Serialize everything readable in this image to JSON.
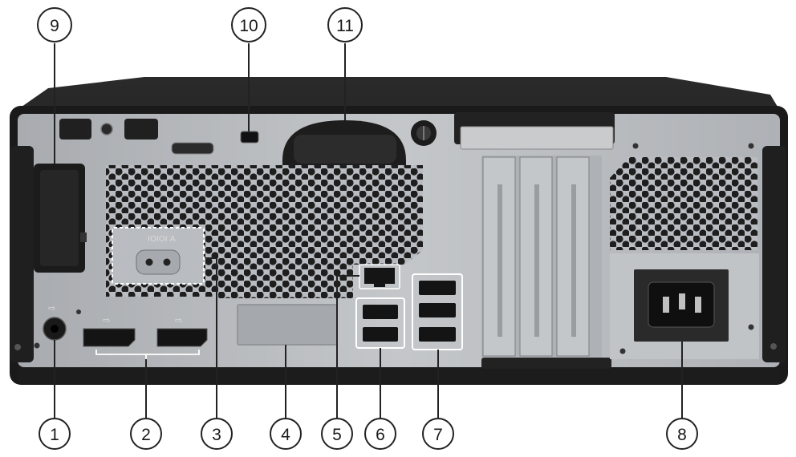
{
  "callouts": {
    "c1": "1",
    "c2": "2",
    "c3": "3",
    "c4": "4",
    "c5": "5",
    "c6": "6",
    "c7": "7",
    "c8": "8",
    "c9": "9",
    "c10": "10",
    "c11": "11"
  },
  "port_labels": {
    "serial": "IOIOI A"
  },
  "icons": {
    "audio": "audio-jack-icon",
    "displayport": "displayport-icon",
    "ethernet": "ethernet-icon",
    "usb": "usb-port-icon",
    "power": "power-inlet-icon",
    "lock": "security-lock-slot-icon",
    "padlock": "padlock-loop-icon"
  },
  "colors": {
    "chassis_outer": "#1c1c1c",
    "rear_panel": "#b9bcc0",
    "port_black": "#151515",
    "callout_line": "#222222"
  }
}
